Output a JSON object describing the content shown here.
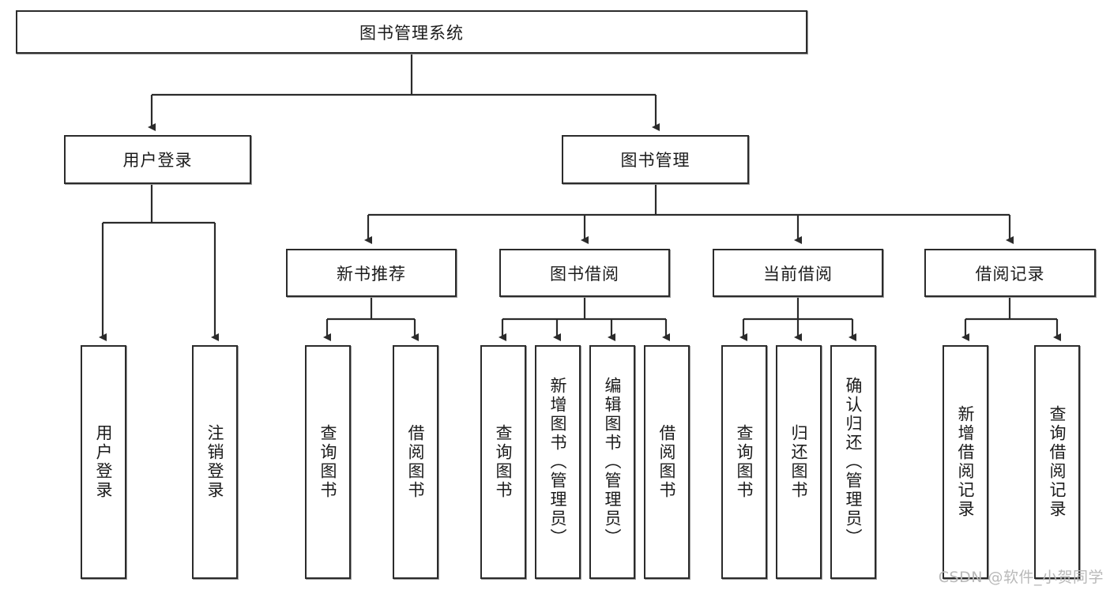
{
  "diagram": {
    "title": "图书管理系统",
    "type": "hierarchy-tree",
    "levels": 4,
    "root": {
      "id": "root",
      "label": "图书管理系统",
      "orientation": "horizontal"
    },
    "level2": [
      {
        "id": "user-login",
        "label": "用户登录",
        "orientation": "horizontal"
      },
      {
        "id": "book-management",
        "label": "图书管理",
        "orientation": "horizontal"
      }
    ],
    "level3": [
      {
        "id": "new-book-recommend",
        "label": "新书推荐",
        "orientation": "horizontal",
        "parent": "book-management"
      },
      {
        "id": "book-borrow",
        "label": "图书借阅",
        "orientation": "horizontal",
        "parent": "book-management"
      },
      {
        "id": "current-borrow",
        "label": "当前借阅",
        "orientation": "horizontal",
        "parent": "book-management"
      },
      {
        "id": "borrow-record",
        "label": "借阅记录",
        "orientation": "horizontal",
        "parent": "book-management"
      }
    ],
    "leaves": [
      {
        "id": "leaf-user-login",
        "label": "用户登录",
        "orientation": "vertical",
        "parent": "user-login"
      },
      {
        "id": "leaf-user-logout",
        "label": "注销登录",
        "orientation": "vertical",
        "parent": "user-login"
      },
      {
        "id": "leaf-query-book-1",
        "label": "查询图书",
        "orientation": "vertical",
        "parent": "new-book-recommend"
      },
      {
        "id": "leaf-borrow-book-1",
        "label": "借阅图书",
        "orientation": "vertical",
        "parent": "new-book-recommend"
      },
      {
        "id": "leaf-query-book-2",
        "label": "查询图书",
        "orientation": "vertical",
        "parent": "book-borrow"
      },
      {
        "id": "leaf-add-book",
        "label": "新增图书（管理员）",
        "orientation": "vertical",
        "parent": "book-borrow"
      },
      {
        "id": "leaf-edit-book",
        "label": "编辑图书（管理员）",
        "orientation": "vertical",
        "parent": "book-borrow"
      },
      {
        "id": "leaf-borrow-book-2",
        "label": "借阅图书",
        "orientation": "vertical",
        "parent": "book-borrow"
      },
      {
        "id": "leaf-query-book-3",
        "label": "查询图书",
        "orientation": "vertical",
        "parent": "current-borrow"
      },
      {
        "id": "leaf-return-book",
        "label": "归还图书",
        "orientation": "vertical",
        "parent": "current-borrow"
      },
      {
        "id": "leaf-confirm-return",
        "label": "确认归还（管理员）",
        "orientation": "vertical",
        "parent": "current-borrow"
      },
      {
        "id": "leaf-add-record",
        "label": "新增借阅记录",
        "orientation": "vertical",
        "parent": "borrow-record"
      },
      {
        "id": "leaf-query-record",
        "label": "查询借阅记录",
        "orientation": "vertical",
        "parent": "borrow-record"
      }
    ]
  },
  "watermark": {
    "text": "CSDN @软件_小贺同学"
  },
  "colors": {
    "border": "#2b2b2b",
    "edge": "#2b2b2b",
    "text": "#1b1b1b",
    "background": "#ffffff",
    "watermark": "#b9b9b9"
  }
}
